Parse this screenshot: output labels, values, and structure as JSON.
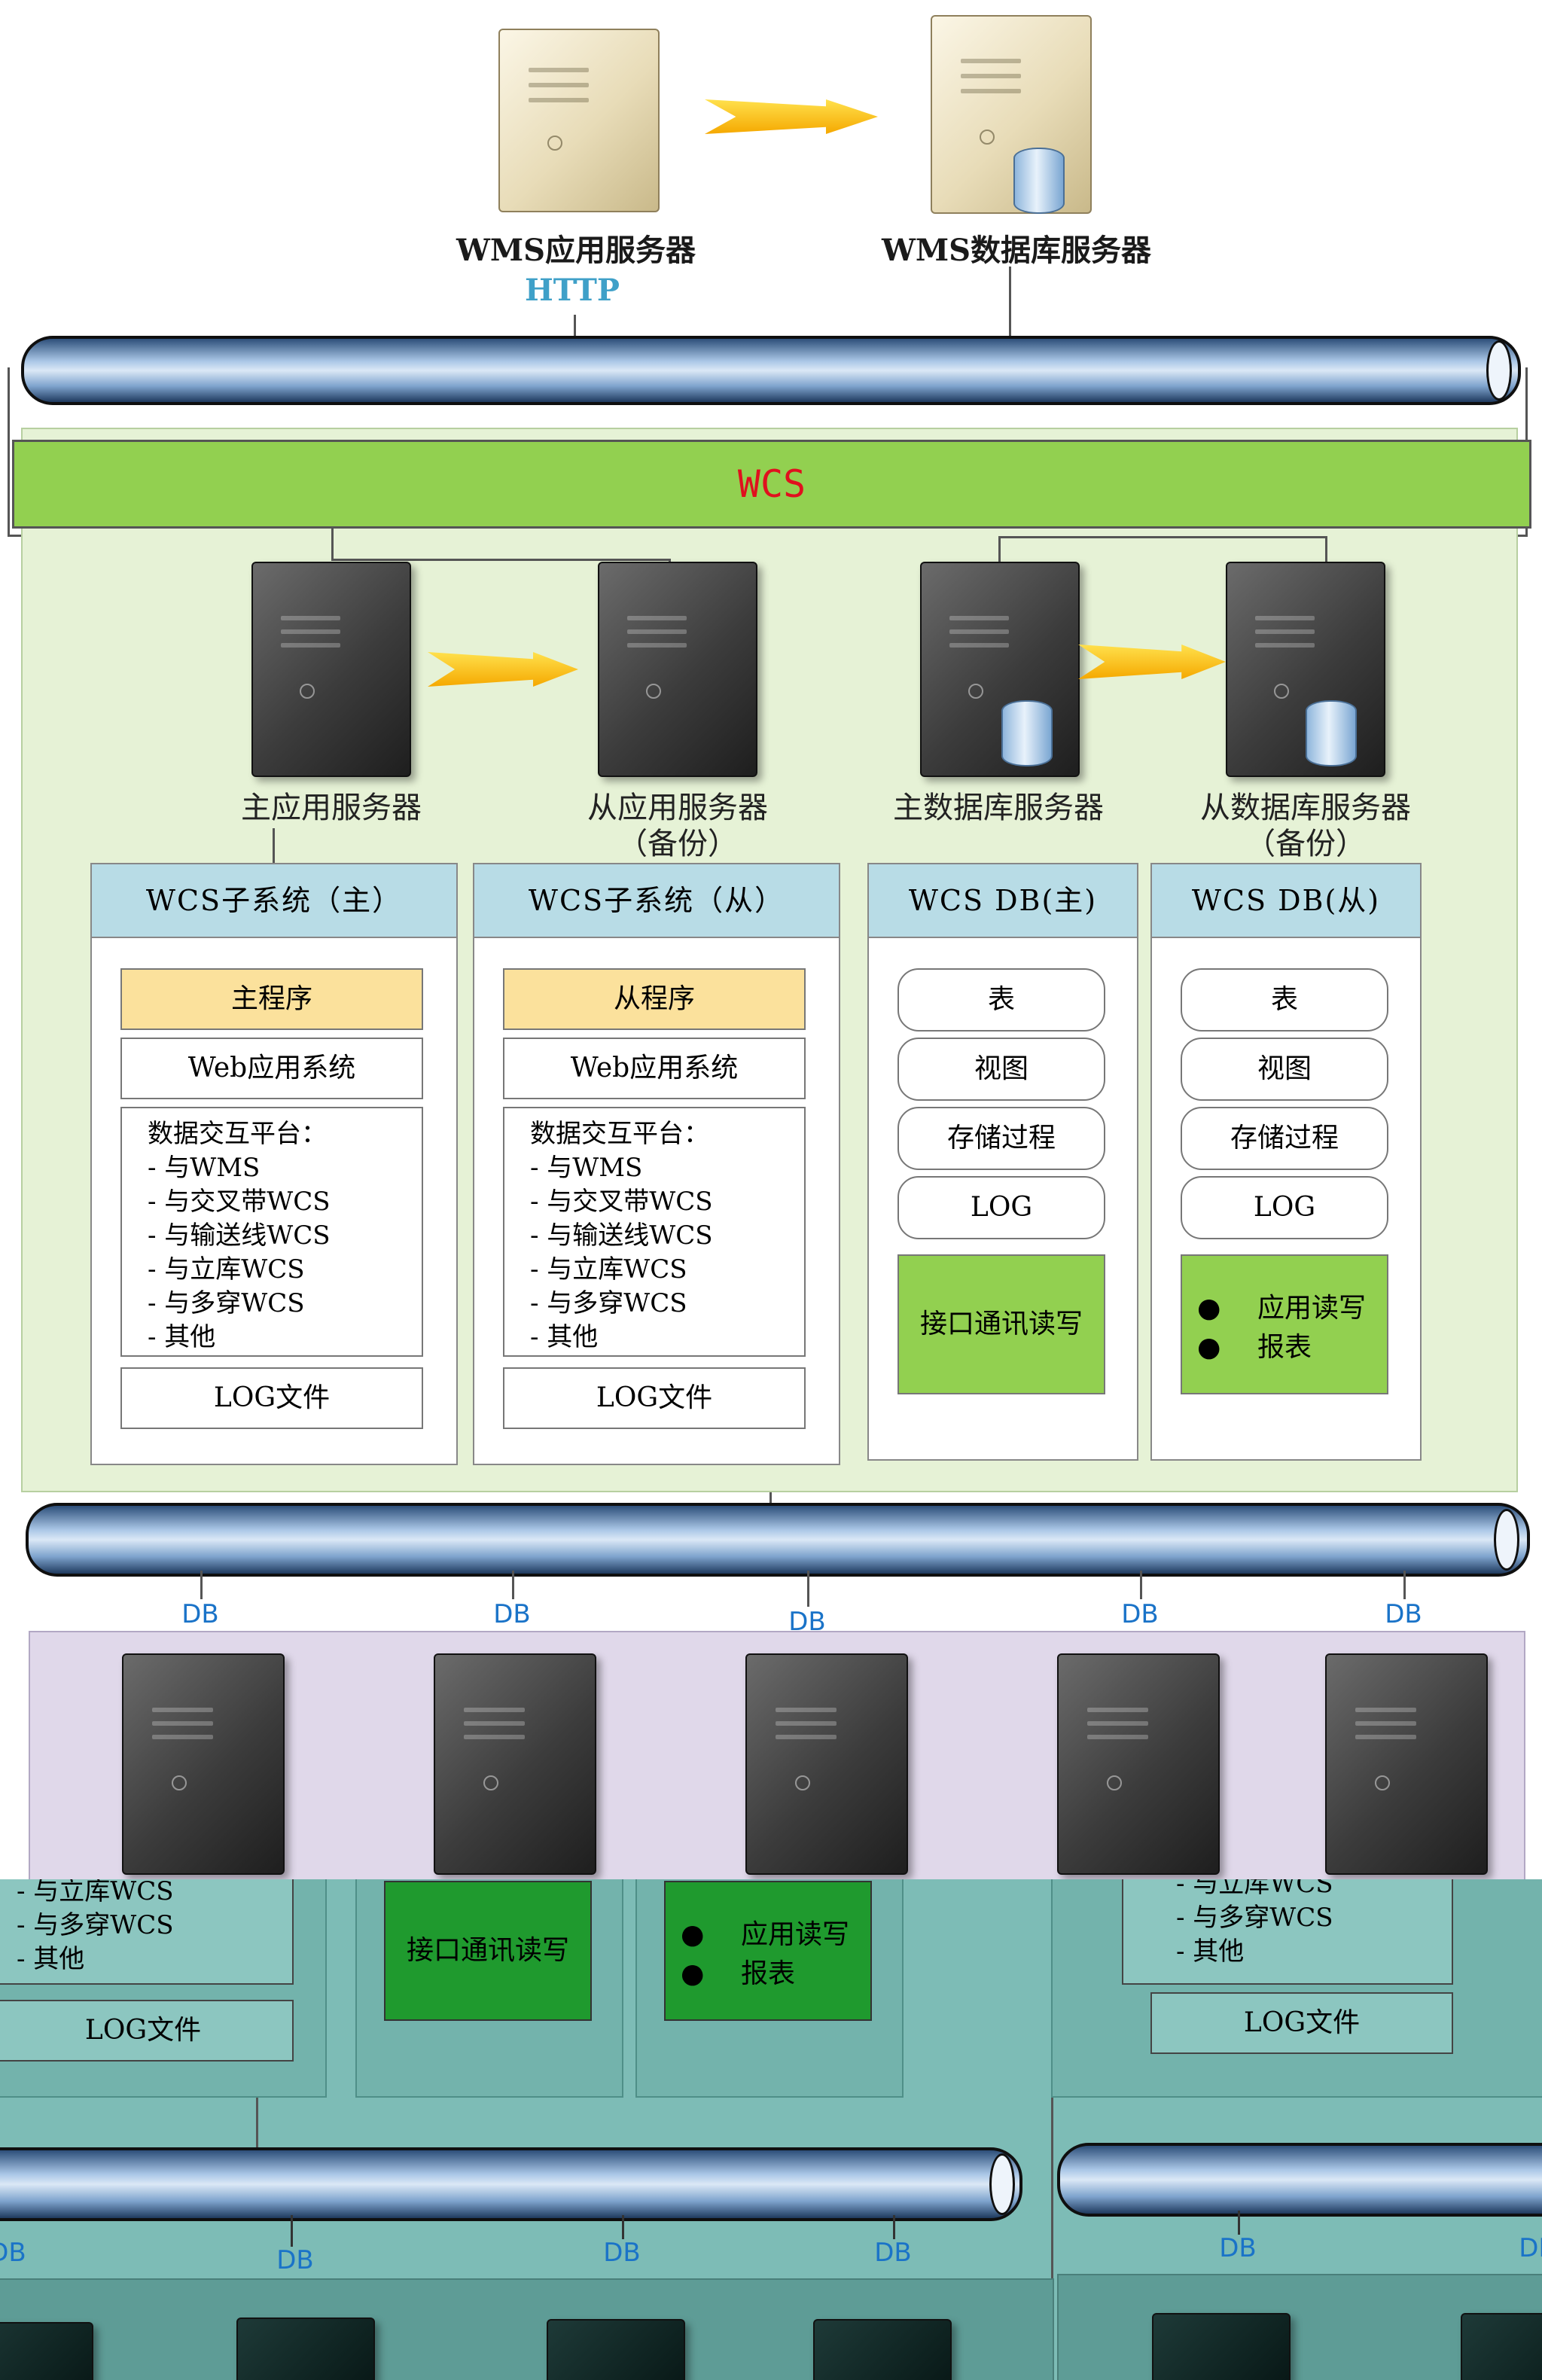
{
  "top": {
    "wms_app": "WMS应用服务器",
    "http": "HTTP",
    "wms_db": "WMS数据库服务器"
  },
  "wcs_bar": "WCS",
  "servers": {
    "main_app": "主应用服务器",
    "slave_app": "从应用服务器",
    "slave_app_sub": "（备份）",
    "main_db": "主数据库服务器",
    "slave_db": "从数据库服务器",
    "slave_db_sub": "（备份）"
  },
  "panels": {
    "sub_main": {
      "title": "WCS子系统（主）",
      "program": "主程序",
      "web": "Web应用系统",
      "platform_title": "数据交互平台：",
      "platform_items": [
        "- 与WMS",
        "- 与交叉带WCS",
        "- 与输送线WCS",
        "- 与立库WCS",
        "- 与多穿WCS",
        "- 其他"
      ],
      "log": "LOG文件"
    },
    "sub_slave": {
      "title": "WCS子系统（从）",
      "program": "从程序",
      "web": "Web应用系统",
      "platform_title": "数据交互平台：",
      "platform_items": [
        "- 与WMS",
        "- 与交叉带WCS",
        "- 与输送线WCS",
        "- 与立库WCS",
        "- 与多穿WCS",
        "- 其他"
      ],
      "log": "LOG文件"
    },
    "db_main": {
      "title": "WCS DB(主)",
      "items": [
        "表",
        "视图",
        "存储过程",
        "LOG"
      ],
      "green": "接口通讯读写"
    },
    "db_slave": {
      "title": "WCS DB(从)",
      "items": [
        "表",
        "视图",
        "存储过程",
        "LOG"
      ],
      "green_items": [
        "应用读写",
        "报表"
      ]
    }
  },
  "db_tag": "DB",
  "bottom": {
    "left_items": [
      "- 与立库WCS",
      "- 与多穿WCS",
      "- 其他"
    ],
    "left_log": "LOG文件",
    "green1": "接口通讯读写",
    "green2_items": [
      "应用读写",
      "报表"
    ],
    "right_items": [
      "- 与立库WCS",
      "- 与多穿WCS",
      "- 其他"
    ],
    "right_log": "LOG文件",
    "db_tag": "DB"
  },
  "colors": {
    "wcs_bar": "#92d050",
    "wcs_text": "#e0101e",
    "http_text": "#3fa0c8",
    "panel_head": "#b8dce6",
    "area_green": "#e6f2d6",
    "area_purple": "#e0d8ea",
    "bottom_teal": "#7dbcb6",
    "bottom_green": "#1f9a2e"
  }
}
